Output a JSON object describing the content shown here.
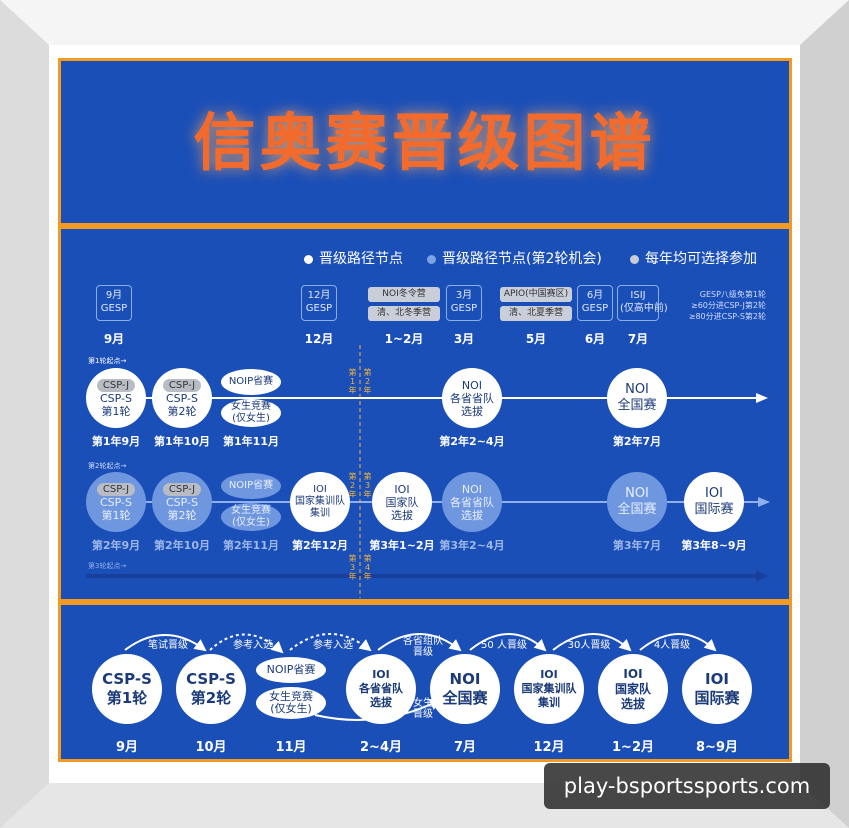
{
  "title": "信奥赛晋级图谱",
  "legend": [
    "晋级路径节点",
    "晋级路径节点(第2轮机会)",
    "每年均可选择参加"
  ],
  "colors": {
    "panel": "#1b4fb8",
    "border": "#f29b22",
    "title": "#f26b2c"
  },
  "top_tags": {
    "gesp_sep": "9月\nGESP",
    "gesp_dec": "12月\nGESP",
    "noi_winter": "NOI冬令营",
    "qing_bei_winter": "清、北冬季营",
    "gesp_mar": "3月\nGESP",
    "apio": "APIO(中国赛区)",
    "qing_bei_summer": "清、北夏季营",
    "gesp_jun": "6月\nGESP",
    "isij": "ISIJ\n(仅高中前)"
  },
  "months_top": [
    "9月",
    "12月",
    "1~2月",
    "3月",
    "5月",
    "6月",
    "7月"
  ],
  "gesp_note": [
    "GESP八级免第1轮",
    "≥60分进CSP-J第2轮",
    "≥80分进CSP-S第2轮"
  ],
  "row1": {
    "start": "第1轮起点→",
    "nodes": {
      "csp1": {
        "pill": "CSP-J",
        "l1": "CSP-S",
        "l2": "第1轮"
      },
      "csp2": {
        "pill": "CSP-J",
        "l1": "CSP-S",
        "l2": "第2轮"
      },
      "noip": "NOIP省赛",
      "girls": "女生竞赛\n(仅女生)",
      "prov": "NOI\n各省省队\n选拔",
      "noi": "NOI\n全国赛"
    },
    "labels": [
      "第1年9月",
      "第1年10月",
      "第1年11月",
      "第2年2~4月",
      "第2年7月"
    ]
  },
  "row2": {
    "start": "第2轮起点→",
    "nodes": {
      "csp1": {
        "pill": "CSP-J",
        "l1": "CSP-S",
        "l2": "第1轮"
      },
      "csp2": {
        "pill": "CSP-J",
        "l1": "CSP-S",
        "l2": "第2轮"
      },
      "noip": "NOIP省赛",
      "girls": "女生竞赛\n(仅女生)",
      "ioi_train": "IOI\n国家集训队\n集训",
      "ioi_sel": "IOI\n国家队\n选拔",
      "prov": "NOI\n各省省队\n选拔",
      "noi": "NOI\n全国赛",
      "ioi": "IOI\n国际赛"
    },
    "labels": [
      "第2年9月",
      "第2年10月",
      "第2年11月",
      "第2年12月",
      "第3年1~2月",
      "第3年2~4月",
      "第3年7月",
      "第3年8~9月"
    ]
  },
  "row3": {
    "start": "第3轮起点→"
  },
  "year_markers": [
    "第1年",
    "第2年",
    "第2年",
    "第3年",
    "第3年",
    "第4年"
  ],
  "bottom": {
    "nodes": [
      "CSP-S\n第1轮",
      "CSP-S\n第2轮",
      "IOI\n各省省队\n选拔",
      "NOI\n全国赛",
      "IOI\n国家集训队\n集训",
      "IOI\n国家队\n选拔",
      "IOI\n国际赛"
    ],
    "noip": "NOIP省赛",
    "girls": "女生竞赛\n(仅女生)",
    "arrows": [
      "笔试晋级",
      "参考入选",
      "参考入选",
      "各省组队\n晋级",
      "50 人晋级",
      "30人晋级",
      "4人晋级",
      "女生\n晋级"
    ],
    "months": [
      "9月",
      "10月",
      "11月",
      "2~4月",
      "7月",
      "12月",
      "1~2月",
      "8~9月"
    ]
  },
  "watermark": "play-bsportssports.com"
}
